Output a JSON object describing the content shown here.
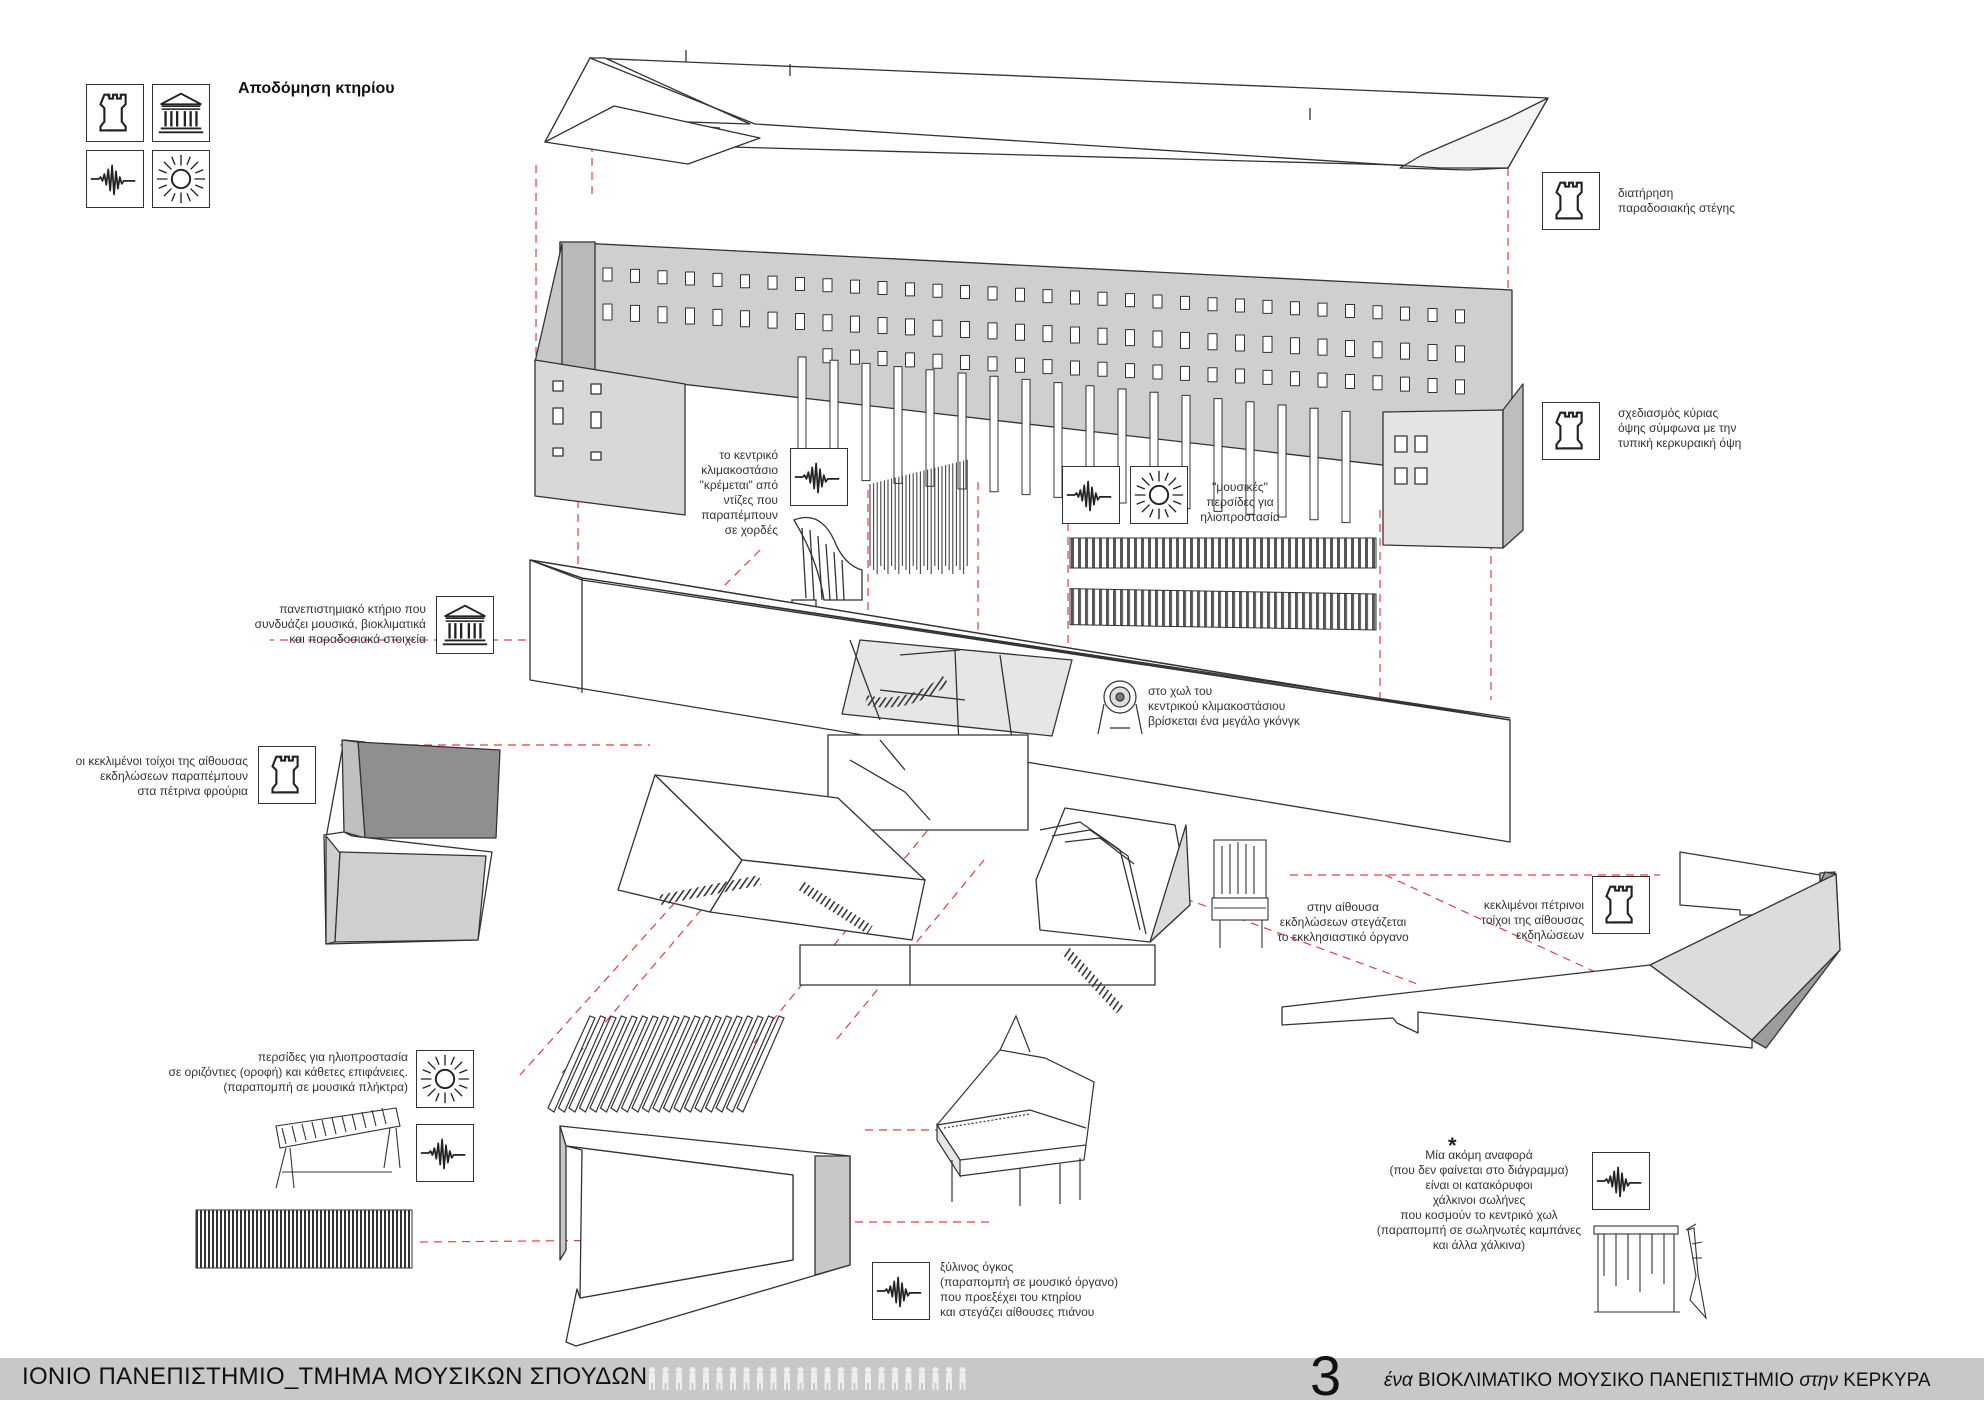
{
  "title": "Αποδόμηση κτηρίου",
  "icons": {
    "tower": "rook-tower-icon",
    "temple": "classical-temple-icon",
    "wave": "sound-wave-icon",
    "sun": "sun-icon"
  },
  "labels": {
    "roof": [
      "διατήρηση",
      "παραδοσιακής στέγης"
    ],
    "facade": [
      "σχεδιασμός κύριας",
      "όψης σύμφωνα με την",
      "τυπική κερκυραική όψη"
    ],
    "stair": [
      "το κεντρικό",
      "κλιμακοστάσιο",
      "\"κρέμεται\" από",
      "ντίζες που",
      "παραπέμπουν",
      "σε χορδές"
    ],
    "louvres": [
      "\"μουσικές\"",
      "περσίδες για",
      "ηλιοπροστασία"
    ],
    "university": [
      "πανεπιστημιακό κτήριο που",
      "συνδυάζει μουσικά, βιοκλιματικά",
      "και παραδοσιακά στοιχεία"
    ],
    "gong": [
      "στο χωλ του",
      "κεντρικού κλιμακοστάσιου",
      "βρίσκεται ένα μεγάλο γκόνγκ"
    ],
    "inclined_walls": [
      "οι κεκλιμένοι τοίχοι της αίθουσας",
      "εκδηλώσεων παραπέμπουν",
      "στα πέτρινα φρούρια"
    ],
    "organ": [
      "στην αίθουσα",
      "εκδηλώσεων στεγάζεται",
      "το εκκλησιαστικό όργανο"
    ],
    "stone_walls": [
      "κεκλιμένοι πέτρινοι",
      "τοίχοι της αίθουσας",
      "εκδηλώσεων"
    ],
    "sunshade": [
      "περσίδες για ηλιοπροστασία",
      "σε οριζόντιες (οροφή) και κάθετες επιφάνειες.",
      "(παραπομπή σε μουσικά πλήκτρα)"
    ],
    "wood": [
      "ξύλινος όγκος",
      "(παραπομπή σε μουσικό όργανο)",
      "που προεξέχει του κτηρίου",
      "και στεγάζει αίθουσες πιάνου"
    ],
    "pipes": [
      "Μία ακόμη αναφορά",
      "(που δεν φαίνεται στο διάγραμμα)",
      "είναι οι κατακόρυφοι",
      "χάλκινοι σωλήνες",
      "που κοσμούν το κεντρικό χωλ",
      "(παραπομπή σε σωληνωτές καμπάνες",
      "και άλλα χάλκινα)"
    ]
  },
  "asterisk": "*",
  "footer": {
    "left": "ΙΟΝΙΟ ΠΑΝΕΠΙΣΤΗΜΙΟ_ΤΜΗΜΑ ΜΟΥΣΙΚΩΝ ΣΠΟΥΔΩΝ",
    "page": "3",
    "right_prefix": "ένα",
    "right_main": "ΒΙΟΚΛΙΜΑΤΙΚΟ ΜΟΥΣΙΚΟ ΠΑΝΕΠΙΣΤΗΜΙΟ",
    "right_mid": "στην",
    "right_end": "ΚΕΡΚΥΡΑ"
  },
  "colors": {
    "guide": "#e04040",
    "line": "#333333",
    "wall": "#d2d2d2",
    "dark": "#8f8f8f",
    "footer": "#c8c8c8"
  }
}
